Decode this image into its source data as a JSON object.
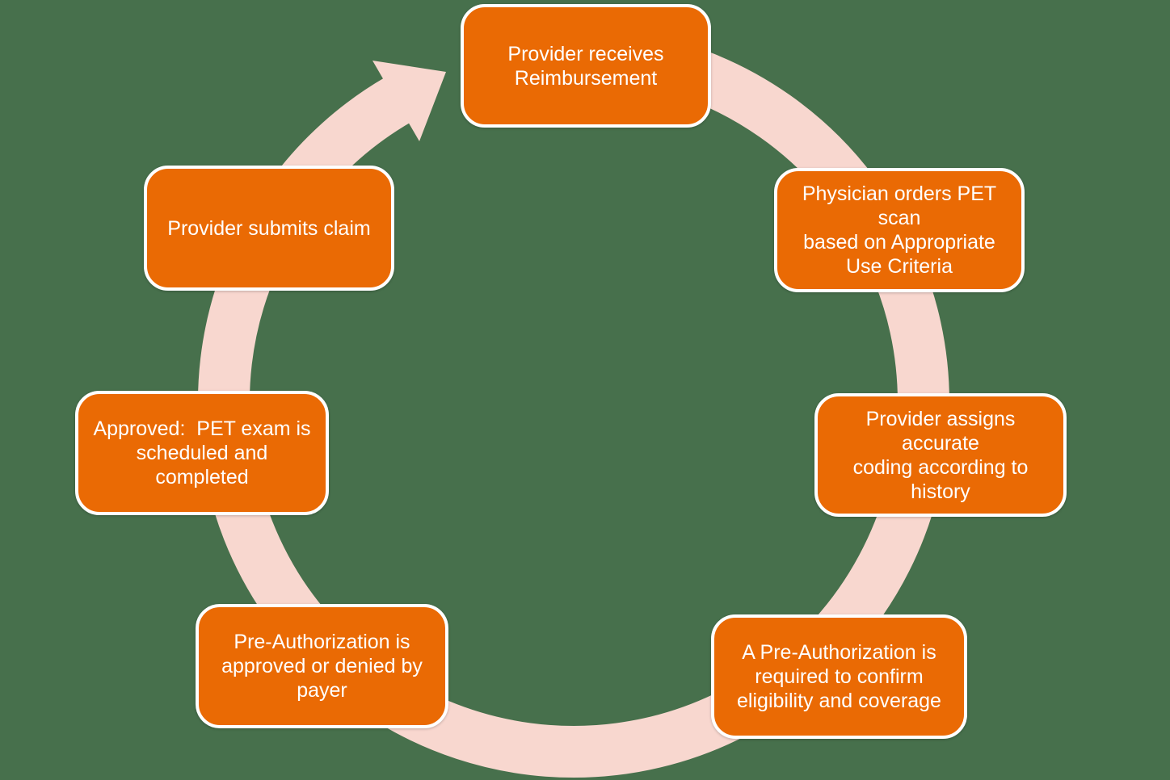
{
  "diagram": {
    "type": "cycle",
    "flow_direction": "clockwise",
    "colors": {
      "background": "#47704C",
      "ring": "#F8D7CF",
      "node_fill": "#EA6A04",
      "node_border": "#FFFFFF",
      "node_text": "#FFFFFF"
    },
    "nodes": [
      {
        "id": "provider-receives-reimbursement",
        "label": "Provider receives\nReimbursement"
      },
      {
        "id": "physician-orders-pet-scan",
        "label": "Physician orders PET scan\nbased on Appropriate\nUse Criteria"
      },
      {
        "id": "provider-assigns-coding",
        "label": "Provider assigns accurate\ncoding according to\nhistory"
      },
      {
        "id": "pre-authorization-required",
        "label": "A Pre-Authorization is\nrequired to confirm\neligibility and coverage"
      },
      {
        "id": "pre-authorization-approved-denied",
        "label": "Pre-Authorization is\napproved or denied by\npayer"
      },
      {
        "id": "approved-pet-exam-scheduled",
        "label": "Approved:  PET exam is\nscheduled and\ncompleted"
      },
      {
        "id": "provider-submits-claim",
        "label": "Provider submits claim"
      }
    ]
  }
}
